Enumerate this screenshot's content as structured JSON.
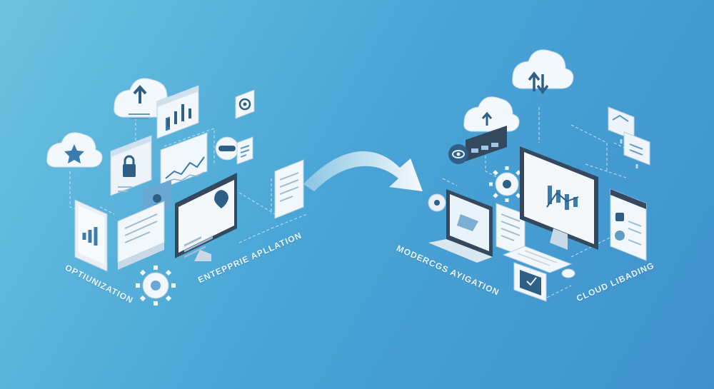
{
  "labels": {
    "optimization": "OPTIUNIZATION",
    "enterprise": "ENTEPPRIE APLLATION",
    "modernization": "MODERCGS AYIGATION",
    "cloud": "CLOUD LIBADING"
  },
  "colors": {
    "background_start": "#6cc3e0",
    "background_end": "#3f91cc",
    "device_face": "#f2f7fb",
    "device_side": "#c9d9e6",
    "accent_dark": "#2d5f87",
    "accent_mid": "#5e9cc8",
    "arrow": "#f4f9fc"
  },
  "icons": [
    "cloud-upload-icon",
    "cloud-star-icon",
    "bar-chart-icon",
    "line-chart-icon",
    "lock-icon",
    "location-pin-icon",
    "gear-icon",
    "target-icon",
    "document-icon",
    "monitor-icon",
    "laptop-icon",
    "tablet-icon",
    "keyboard-icon",
    "mouse-icon",
    "migration-arrow-icon",
    "cloud-transfer-icon"
  ]
}
